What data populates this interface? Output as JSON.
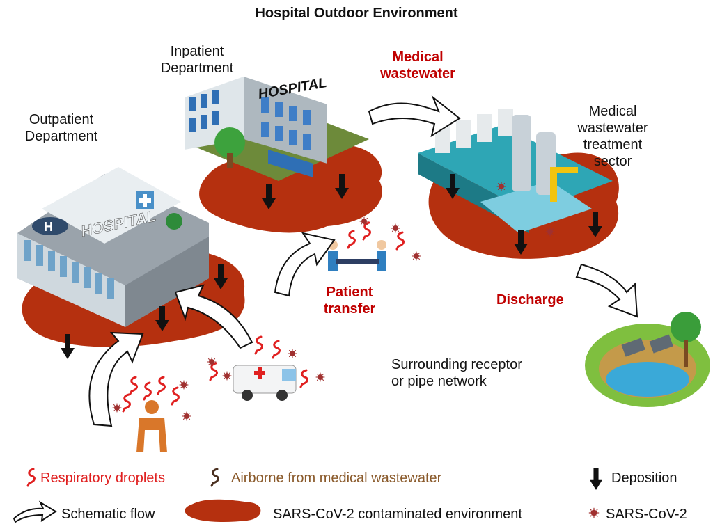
{
  "title": "Hospital Outdoor Environment",
  "labels": {
    "inpatient_line1": "Inpatient",
    "inpatient_line2": "Department",
    "outpatient_line1": "Outpatient",
    "outpatient_line2": "Department",
    "medical_wastewater_line1": "Medical",
    "medical_wastewater_line2": "wastewater",
    "treatment_line1": "Medical",
    "treatment_line2": "wastewater",
    "treatment_line3": "treatment",
    "treatment_line4": "sector",
    "patient_transfer_line1": "Patient",
    "patient_transfer_line2": "transfer",
    "discharge": "Discharge",
    "receptor_line1": "Surrounding receptor",
    "receptor_line2": "or pipe network",
    "building_sign_inpatient": "HOSPITAL",
    "building_sign_outpatient": "HOSPITAL"
  },
  "legend": {
    "respiratory": "Respiratory droplets",
    "airborne": "Airborne from medical wastewater",
    "deposition": "Deposition",
    "schematic": "Schematic flow",
    "contaminated": "SARS-CoV-2 contaminated environment",
    "virus": "SARS-CoV-2"
  },
  "colors": {
    "accent_red": "#c00000",
    "contaminated": "#b5300f",
    "airborne_text": "#8a5a2b",
    "droplet": "#e02020"
  }
}
